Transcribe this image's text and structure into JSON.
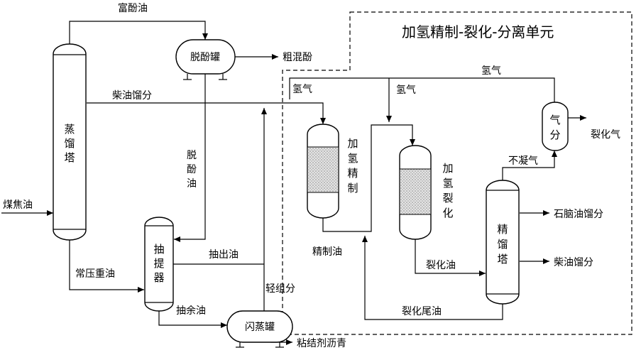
{
  "unit_title": "加氢精制-裂化-分离单元",
  "equipment": {
    "distillation_tower": [
      "蒸",
      "馏",
      "塔"
    ],
    "dephenol_tank": "脱酚罐",
    "extractor": [
      "抽",
      "提",
      "器"
    ],
    "flash_tank": "闪蒸罐",
    "hydrorefining_reactor": [
      "加",
      "氢",
      "精",
      "制"
    ],
    "hydrocracking_reactor": [
      "加",
      "氢",
      "裂",
      "化"
    ],
    "fractionator": [
      "精",
      "馏",
      "塔"
    ],
    "gas_separator": [
      "气",
      "分"
    ]
  },
  "streams": {
    "coal_tar": "煤焦油",
    "rich_phenol_oil": "富酚油",
    "crude_phenol": "粗混酚",
    "diesel_fraction_top": "柴油馏分",
    "dephenolized_oil": [
      "脱",
      "酚",
      "油"
    ],
    "atmospheric_heavy_oil": "常压重油",
    "extract_oil": "抽出油",
    "raffinate_oil": "抽余油",
    "light_component": "轻组分",
    "binder_pitch": "粘结剂沥青",
    "hydrogen_top": "氢气",
    "hydrogen_left": "氢气",
    "hydrogen_mid": "氢气",
    "refined_oil": "精制油",
    "cracked_oil": "裂化油",
    "cracking_tail_oil": "裂化尾油",
    "noncondensable_gas": "不凝气",
    "cracked_gas": "裂化气",
    "naphtha_fraction": "石脑油馏分",
    "diesel_fraction_product": "柴油馏分"
  }
}
